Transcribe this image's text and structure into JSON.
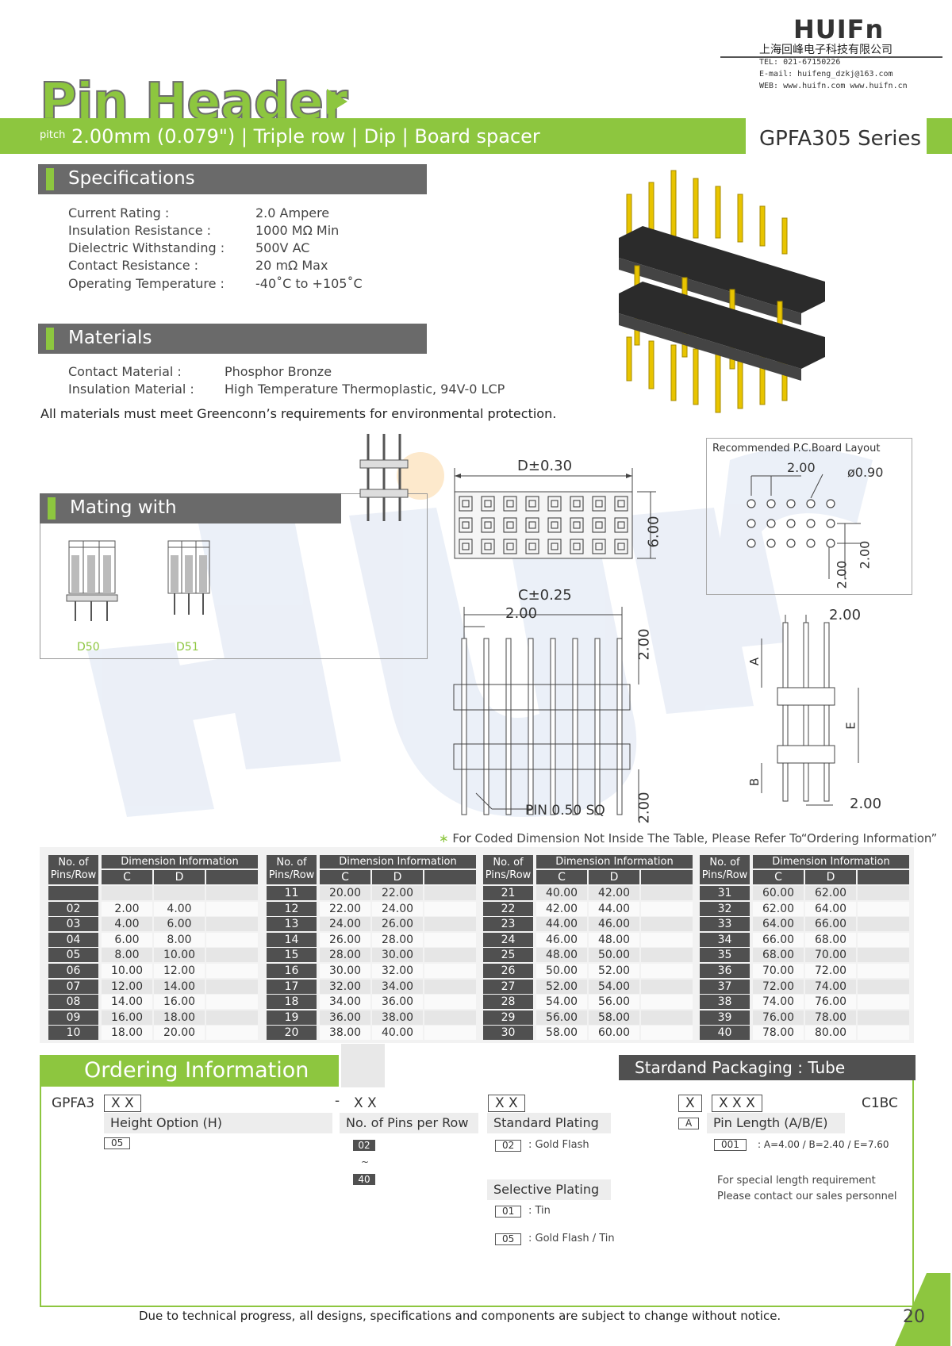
{
  "header": {
    "logo": "HUIFn",
    "company": "上海回峰电子科技有限公司",
    "tel": "TEL: 021-67150226",
    "email": "E-mail: huifeng_dzkj@163.com",
    "web": "WEB: www.huifn.com www.huifn.cn",
    "title": "Pin Header",
    "pitch_word": "pitch",
    "subtitle": "2.00mm (0.079\")  |  Triple row  |  Dip  |  Board spacer",
    "series": "GPFA305 Series"
  },
  "specifications": {
    "heading": "Specifications",
    "rows": [
      {
        "label": "Current Rating :",
        "value": "2.0 Ampere"
      },
      {
        "label": "Insulation Resistance :",
        "value": "1000 MΩ Min"
      },
      {
        "label": "Dielectric Withstanding :",
        "value": "500V AC"
      },
      {
        "label": "Contact Resistance :",
        "value": "20 mΩ Max"
      },
      {
        "label": "Operating Temperature :",
        "value": "-40˚C to +105˚C"
      }
    ]
  },
  "materials": {
    "heading": "Materials",
    "rows": [
      {
        "label": "Contact Material :",
        "value": "Phosphor Bronze"
      },
      {
        "label": "Insulation Material :",
        "value": "High Temperature Thermoplastic, 94V-0 LCP"
      }
    ],
    "note": "All materials must meet Greenconn’s requirements for environmental protection."
  },
  "mating": {
    "heading": "Mating with",
    "items": [
      "D50",
      "D51"
    ]
  },
  "drawings": {
    "pcb_title": "Recommended  P.C.Board  Layout",
    "pcb_pitch": "2.00",
    "pcb_hole": "ø0.90",
    "pcb_dim_v1": "2.00",
    "pcb_dim_v2": "2.00",
    "top_dim": "D±0.30",
    "top_height": "6.00",
    "front_c": "C±0.25",
    "front_pitch": "2.00",
    "front_top": "2.00",
    "front_bottom": "2.00",
    "pin_label": "PIN  0.50  SQ",
    "side_top": "2.00",
    "side_bottom": "2.00",
    "side_a": "A",
    "side_b": "B",
    "side_e": "E"
  },
  "coded_note": "For Coded Dimension Not Inside The Table, Please Refer To“Ordering Information”",
  "dimension_tables": {
    "h_pins": "No. of Pins/Row",
    "h_dim": "Dimension Information",
    "h_c": "C",
    "h_d": "D",
    "tables": [
      [
        [
          "",
          "",
          ""
        ],
        [
          "02",
          "2.00",
          "4.00"
        ],
        [
          "03",
          "4.00",
          "6.00"
        ],
        [
          "04",
          "6.00",
          "8.00"
        ],
        [
          "05",
          "8.00",
          "10.00"
        ],
        [
          "06",
          "10.00",
          "12.00"
        ],
        [
          "07",
          "12.00",
          "14.00"
        ],
        [
          "08",
          "14.00",
          "16.00"
        ],
        [
          "09",
          "16.00",
          "18.00"
        ],
        [
          "10",
          "18.00",
          "20.00"
        ]
      ],
      [
        [
          "11",
          "20.00",
          "22.00"
        ],
        [
          "12",
          "22.00",
          "24.00"
        ],
        [
          "13",
          "24.00",
          "26.00"
        ],
        [
          "14",
          "26.00",
          "28.00"
        ],
        [
          "15",
          "28.00",
          "30.00"
        ],
        [
          "16",
          "30.00",
          "32.00"
        ],
        [
          "17",
          "32.00",
          "34.00"
        ],
        [
          "18",
          "34.00",
          "36.00"
        ],
        [
          "19",
          "36.00",
          "38.00"
        ],
        [
          "20",
          "38.00",
          "40.00"
        ]
      ],
      [
        [
          "21",
          "40.00",
          "42.00"
        ],
        [
          "22",
          "42.00",
          "44.00"
        ],
        [
          "23",
          "44.00",
          "46.00"
        ],
        [
          "24",
          "46.00",
          "48.00"
        ],
        [
          "25",
          "48.00",
          "50.00"
        ],
        [
          "26",
          "50.00",
          "52.00"
        ],
        [
          "27",
          "52.00",
          "54.00"
        ],
        [
          "28",
          "54.00",
          "56.00"
        ],
        [
          "29",
          "56.00",
          "58.00"
        ],
        [
          "30",
          "58.00",
          "60.00"
        ]
      ],
      [
        [
          "31",
          "60.00",
          "62.00"
        ],
        [
          "32",
          "62.00",
          "64.00"
        ],
        [
          "33",
          "64.00",
          "66.00"
        ],
        [
          "34",
          "66.00",
          "68.00"
        ],
        [
          "35",
          "68.00",
          "70.00"
        ],
        [
          "36",
          "70.00",
          "72.00"
        ],
        [
          "37",
          "72.00",
          "74.00"
        ],
        [
          "38",
          "74.00",
          "76.00"
        ],
        [
          "39",
          "76.00",
          "78.00"
        ],
        [
          "40",
          "78.00",
          "80.00"
        ]
      ]
    ]
  },
  "ordering": {
    "heading": "Ordering Information",
    "packaging": "Stardand Packaging : Tube",
    "prefix": "GPFA3",
    "code_h": "X X",
    "dash": "-",
    "code_pins": "X X",
    "code_plating": "X X",
    "code_x": "X",
    "code_len": "X X X",
    "suffix": "C1BC",
    "height_label": "Height Option (H)",
    "height_val": "05",
    "pins_label": "No. of Pins per Row",
    "pins_from": "02",
    "pins_tilde": "~",
    "pins_to": "40",
    "std_label": "Standard Plating",
    "std_code": "02",
    "std_desc": ": Gold Flash",
    "sel_label": "Selective Plating",
    "sel1_code": "01",
    "sel1_desc": ": Tin",
    "sel2_code": "05",
    "sel2_desc": ": Gold Flash / Tin",
    "len_code_a": "A",
    "len_label": "Pin Length (A/B/E)",
    "len_code": "001",
    "len_desc": ": A=4.00  /  B=2.40  /  E=7.60",
    "special1": "For special length requirement",
    "special2": "Please contact our sales personnel"
  },
  "footer": {
    "note": "Due to technical progress, all designs, specifications and components are subject to change without notice.",
    "page": "20"
  },
  "colors": {
    "accent": "#8dc63f",
    "dark": "#505050"
  }
}
